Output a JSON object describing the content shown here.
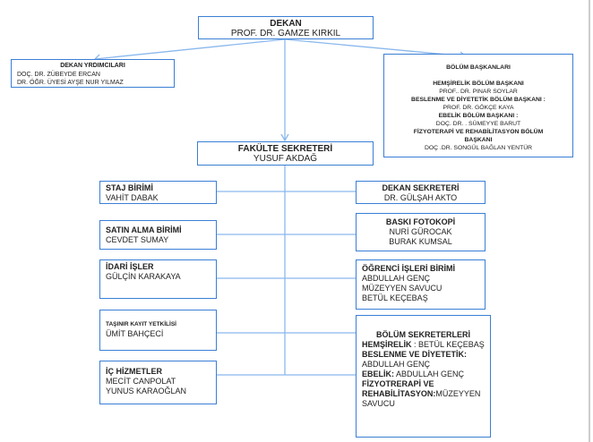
{
  "dekan": {
    "title": "DEKAN",
    "name": "PROF. DR.  GAMZE KIRKIL"
  },
  "dekan_yardimcilari": {
    "title": "DEKAN YRDIMCILARI",
    "members": [
      "DOÇ. DR.  ZÜBEYDE ERCAN",
      "DR. ÖĞR. ÜYESİ   AYŞE NUR YILMAZ"
    ]
  },
  "bolum_baskanlari": {
    "title": "BÖLÜM BAŞKANLARI",
    "items": [
      {
        "role": "HEMŞİRELİK BÖLÜM BAŞKANI",
        "name": "PROF.. DR.  PINAR SOYLAR"
      },
      {
        "role": "BESLENME VE DİYETETİK BÖLÜM BAŞKANI  :",
        "name": "PROF. DR.  GÖKÇE KAYA"
      },
      {
        "role": "EBELİK BÖLÜM BAŞKANI :",
        "name": "DOÇ. DR. . SÜMEYYE BARUT"
      },
      {
        "role": "FİZYOTERAPİ VE REHABİLİTASYON BÖLÜM BAŞKANI",
        "name": "DOÇ .DR.  SONGÜL BAĞLAN YENTÜR"
      }
    ]
  },
  "fakulte_sekreteri": {
    "title": "FAKÜLTE SEKRETERİ",
    "name": "YUSUF AKDAĞ"
  },
  "staj": {
    "title": "STAJ BİRİMİ",
    "name": "VAHİT DABAK"
  },
  "satin_alma": {
    "title": "SATIN ALMA BİRİMİ",
    "name": "CEVDET SUMAY"
  },
  "idari": {
    "title": "İDARİ İŞLER",
    "name": "GÜLÇİN KARAKAYA"
  },
  "tasinir": {
    "title": "TAŞINIR KAYIT YETKİLİSİ",
    "name": "ÜMİT BAHÇECİ"
  },
  "ic_hizmetler": {
    "title": "İÇ HİZMETLER",
    "names": [
      "MECİT CANPOLAT",
      "YUNUS KARAOĞLAN"
    ]
  },
  "dekan_sekreteri": {
    "title": "DEKAN SEKRETERİ",
    "name": "DR. GÜLŞAH AKTO"
  },
  "baski": {
    "title": "BASKI FOTOKOPİ",
    "names": [
      "NURİ GÜROCAK",
      "BURAK KUMSAL"
    ]
  },
  "ogrenci": {
    "title": "ÖĞRENCİ İŞLERİ BİRİMİ",
    "names": [
      "ABDULLAH GENÇ",
      "MÜZEYYEN SAVUCU",
      "BETÜL KEÇEBAŞ"
    ]
  },
  "bolum_sekreterleri": {
    "title": "BÖLÜM SEKRETERLERİ",
    "items": [
      {
        "label": "HEMŞİRELİK",
        "value": " : BETÜL KEÇEBAŞ"
      },
      {
        "label": "BESLENME VE DİYETETİK:",
        "value": " ABDULLAH GENÇ"
      },
      {
        "label": "EBELİK:",
        "value": " ABDULLAH GENÇ"
      },
      {
        "label": "FİZYOTRERAPİ VE REHABİLİTASYON:",
        "value": "MÜZEYYEN SAVUCU"
      }
    ]
  },
  "colors": {
    "border": "#3a7fd5",
    "connector": "#8ab8ee"
  }
}
